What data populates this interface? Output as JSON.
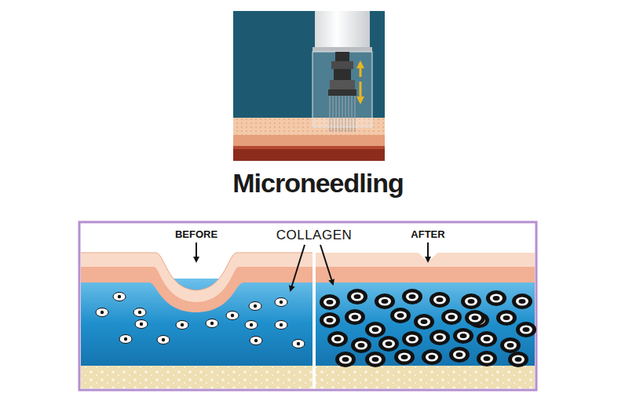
{
  "diagram": {
    "title": "Microneedling",
    "labels": [
      "BEFORE",
      "COLLAGEN",
      "AFTER"
    ]
  }
}
